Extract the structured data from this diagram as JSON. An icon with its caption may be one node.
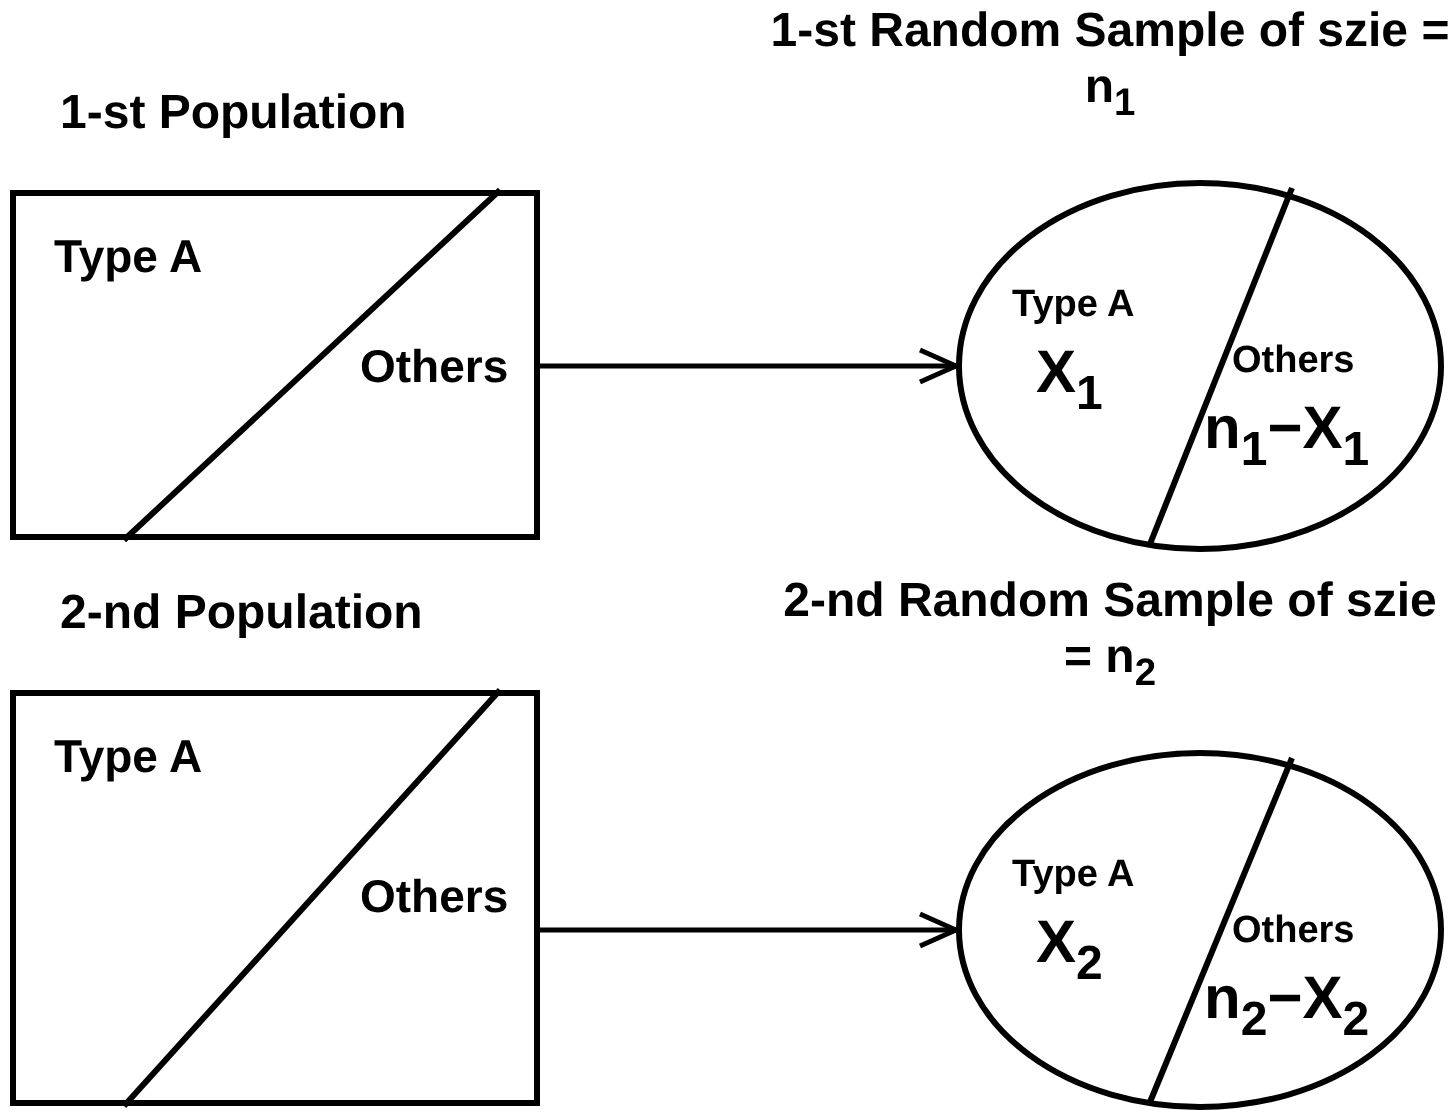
{
  "diagram": {
    "nodes": [
      {
        "text": [
          "1-st Population",
          "Type A",
          "Others"
        ]
      },
      {
        "text": [
          "1-st Random Sample of szie = n$_{1}$",
          "Type A",
          "X$_{1}$",
          "Others",
          "n$_{1}$−X$_{1}$"
        ]
      },
      {
        "text": [
          "2-nd Population",
          "Type A",
          "Others"
        ]
      },
      {
        "text": [
          "2-nd Random Sample of szie = n$_{2}$",
          "Type A",
          "X$_{2}$",
          "Others",
          "n$_{2}$−X$_{2}$"
        ]
      }
    ],
    "edges": [
      {
        "from": 0,
        "to": 1,
        "arrow": "to"
      },
      {
        "from": 2,
        "to": 3,
        "arrow": "to"
      }
    ]
  }
}
